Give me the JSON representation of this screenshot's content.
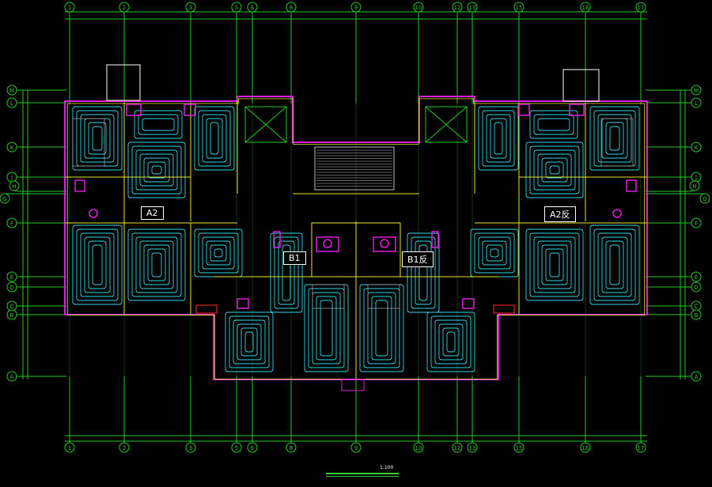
{
  "drawing": {
    "type": "floor heating plan (CAD)",
    "scale_note": "1:100"
  },
  "grid": {
    "columns": [
      "1",
      "2",
      "3",
      "5",
      "6",
      "8",
      "9",
      "10",
      "12",
      "13",
      "15",
      "16",
      "17"
    ],
    "rows": [
      "M",
      "L",
      "K",
      "J",
      "H",
      "G",
      "F",
      "E",
      "D",
      "C",
      "B",
      "A"
    ]
  },
  "units": {
    "left": "A2",
    "center_left": "B1",
    "center_right": "B1反",
    "right": "A2反"
  },
  "colors": {
    "grid": "#22c822",
    "heating_pipe": "#33d6e6",
    "wall": "#e01ee0",
    "outline": "#e6e62a",
    "fixture": "#9a9a9a",
    "text": "#ffffff"
  }
}
